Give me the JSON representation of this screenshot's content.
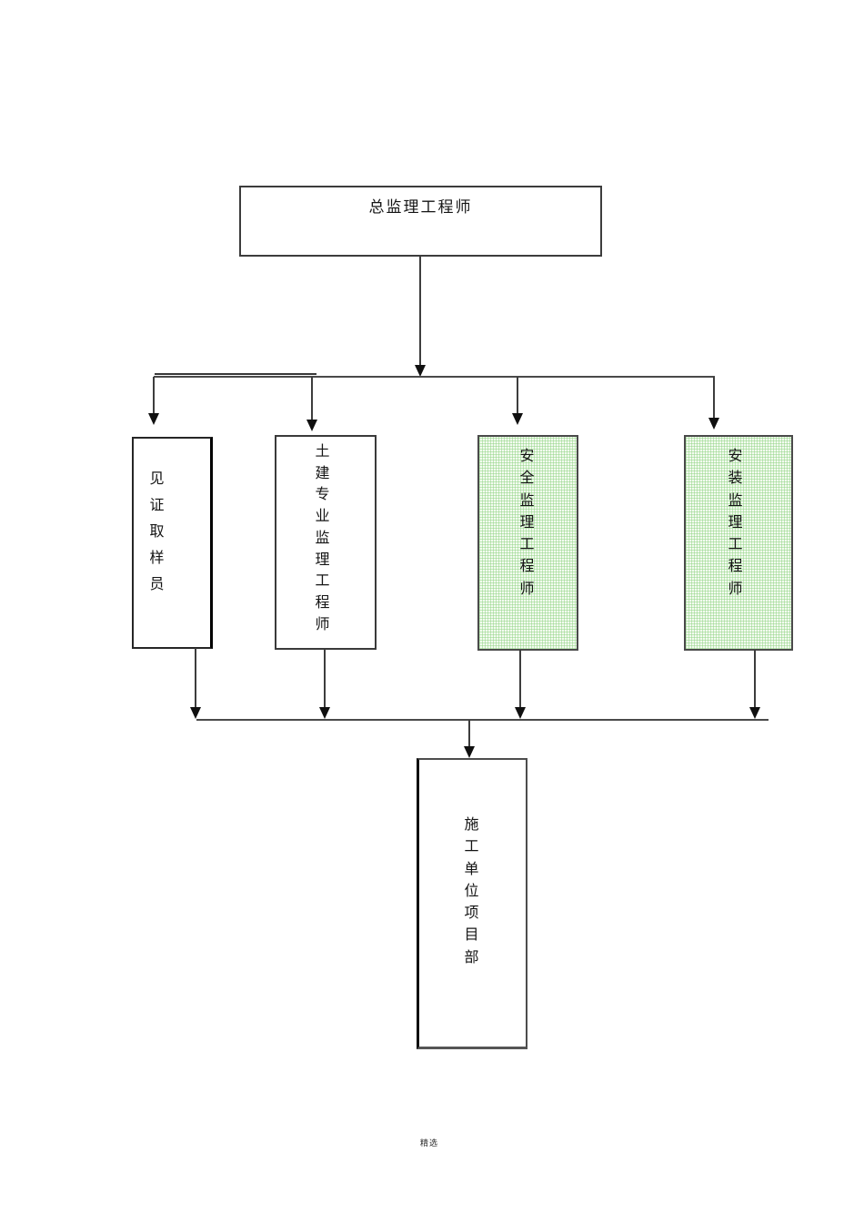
{
  "page": {
    "footer_watermark": "精选",
    "background": "#ffffff"
  },
  "diagram": {
    "top_box": {
      "label": "总监理工程师"
    },
    "branch_boxes": [
      {
        "label": "见证取样员",
        "fill": "white"
      },
      {
        "label": "土建专业监理工程师",
        "fill": "white"
      },
      {
        "label": "安全监理工程师",
        "fill": "green"
      },
      {
        "label": "安装监理工程师",
        "fill": "green"
      }
    ],
    "bottom_box": {
      "label": "施工单位项目部"
    },
    "colors": {
      "line": "#3d3d3d",
      "arrowhead": "#101010",
      "box_border": "#3f3f3f",
      "green_fill_base": "#f3fbf0",
      "green_fill_dot": "#8fd382"
    }
  }
}
